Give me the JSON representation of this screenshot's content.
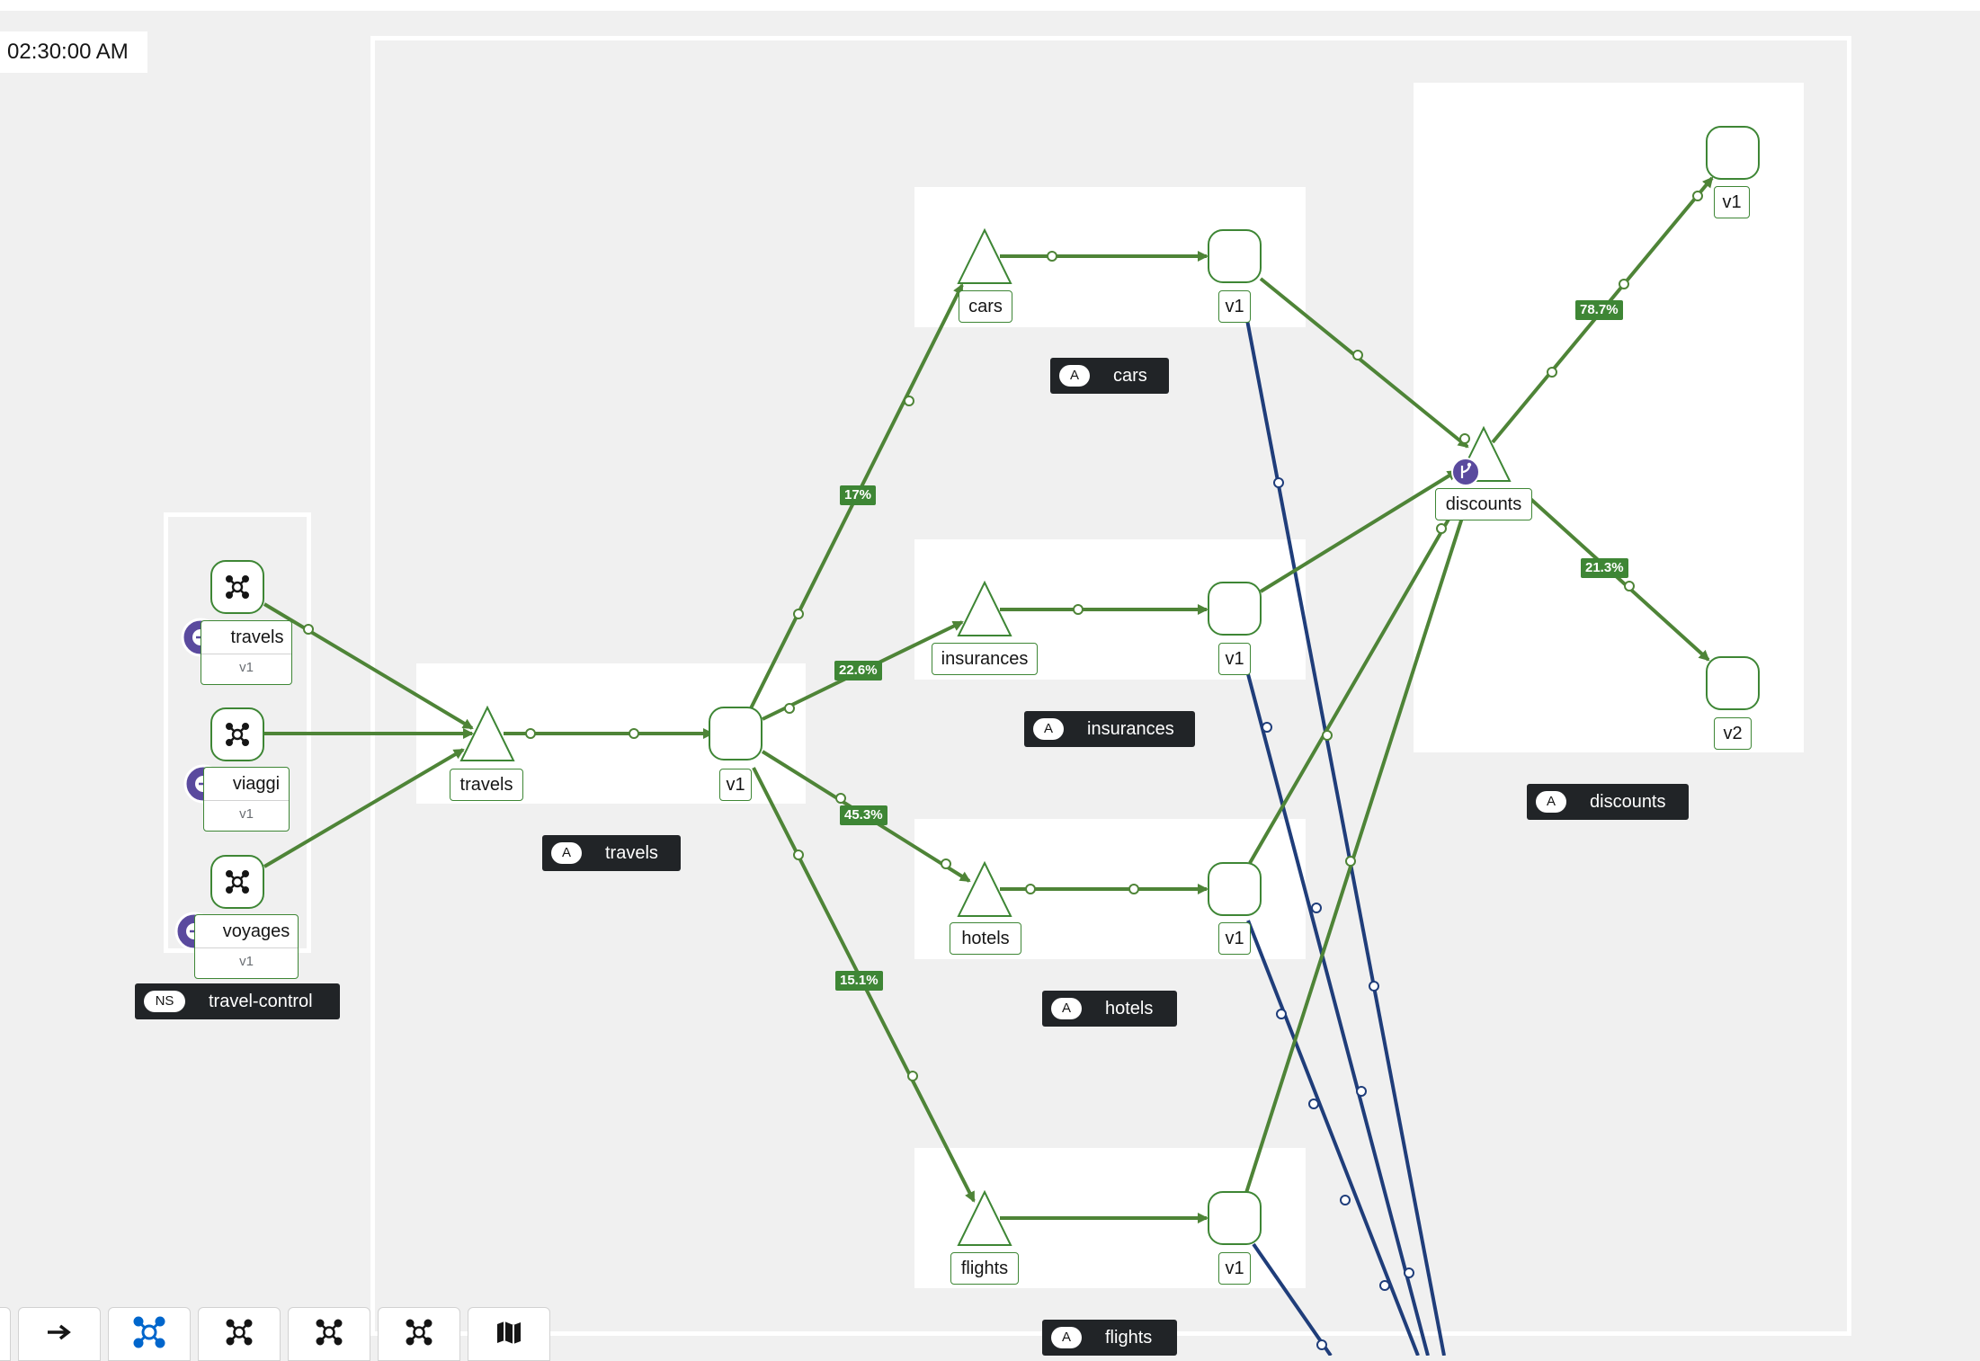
{
  "clock": {
    "time": "02:30:00 AM"
  },
  "namespace": {
    "badge": "NS",
    "name": "travel-control"
  },
  "sources": [
    {
      "app": "travels",
      "version": "v1"
    },
    {
      "app": "viaggi",
      "version": "v1"
    },
    {
      "app": "voyages",
      "version": "v1"
    }
  ],
  "apps": {
    "travels": {
      "badge": "A",
      "name": "travels",
      "service": "travels",
      "version": "v1"
    },
    "cars": {
      "badge": "A",
      "name": "cars",
      "service": "cars",
      "version": "v1"
    },
    "insurances": {
      "badge": "A",
      "name": "insurances",
      "service": "insurances",
      "version": "v1"
    },
    "hotels": {
      "badge": "A",
      "name": "hotels",
      "service": "hotels",
      "version": "v1"
    },
    "flights": {
      "badge": "A",
      "name": "flights",
      "service": "flights",
      "version": "v1"
    },
    "discounts": {
      "badge": "A",
      "name": "discounts",
      "service": "discounts",
      "version_1": "v1",
      "version_2": "v2"
    }
  },
  "edge_labels": {
    "to_cars": "17%",
    "to_insurances": "22.6%",
    "to_hotels": "45.3%",
    "to_flights": "15.1%",
    "to_discounts_v1": "78.7%",
    "to_discounts_v2": "21.3%"
  },
  "colors": {
    "healthy_edge": "#4e8437",
    "tcp_edge": "#1f3d7a",
    "node_border": "#3e8635",
    "badge_bg": "#212427",
    "gateway_icon_bg": "#5a4a9e"
  },
  "toolbar": {
    "buttons": [
      "arrow-right-icon",
      "topology-layout-icon",
      "topology-icon",
      "topology-icon",
      "topology-icon",
      "map-icon"
    ]
  }
}
